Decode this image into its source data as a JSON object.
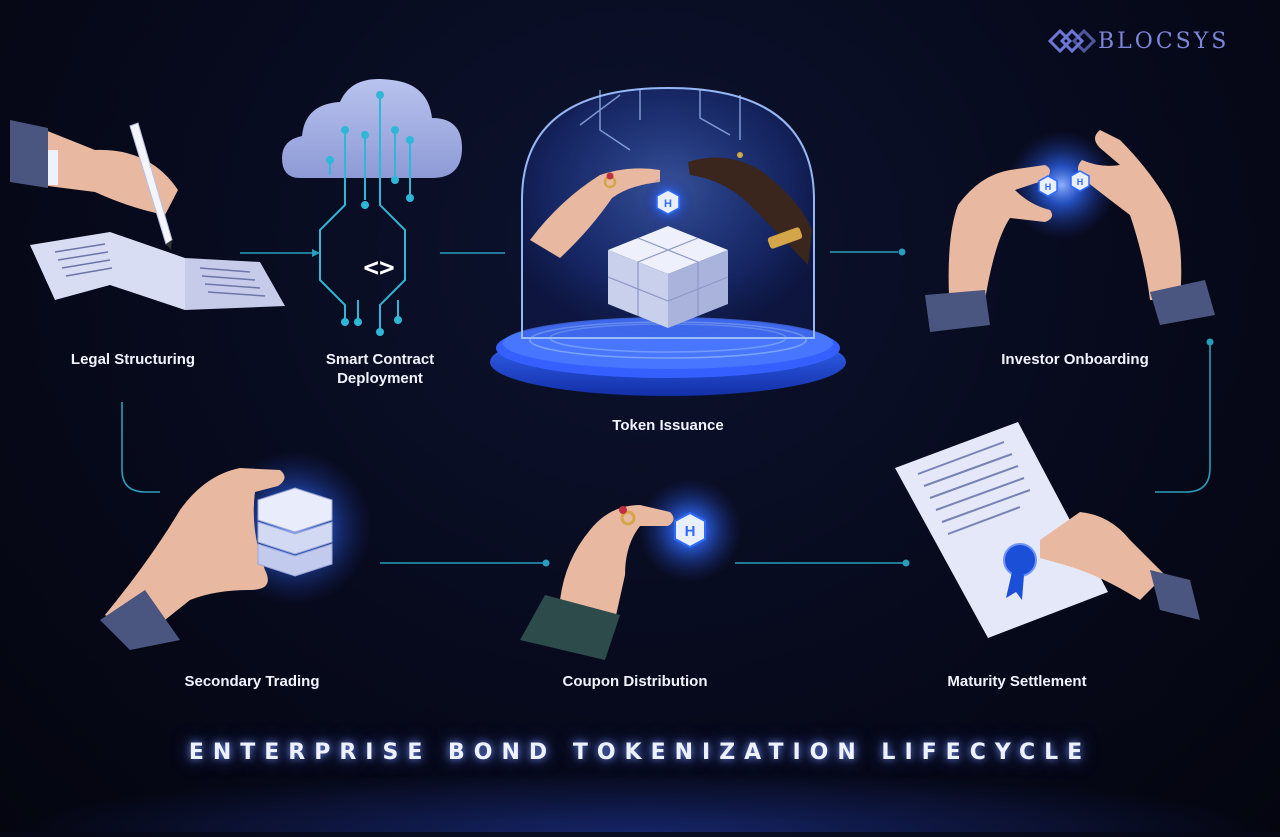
{
  "brand": {
    "name": "BLOCSYS",
    "icon": "blocsys-logo-icon"
  },
  "title": "ENTERPRISE BOND TOKENIZATION LIFECYCLE",
  "steps": [
    {
      "label": "Legal Structuring",
      "icon": "contract-signing-icon"
    },
    {
      "label_line1": "Smart Contract",
      "label_line2": "Deployment",
      "icon": "cloud-code-icon"
    },
    {
      "label": "Token Issuance",
      "icon": "token-dome-icon",
      "code_glyph": "<>"
    },
    {
      "label": "Investor Onboarding",
      "icon": "token-hands-icon"
    },
    {
      "label": "Secondary Trading",
      "icon": "token-stack-icon"
    },
    {
      "label": "Coupon Distribution",
      "icon": "coupon-token-icon"
    },
    {
      "label": "Maturity Settlement",
      "icon": "certificate-icon"
    }
  ],
  "token_glyph": "H",
  "colors": {
    "background": "#070a1c",
    "accent": "#2f6bff",
    "connector": "#2fb7d6",
    "skin_light": "#e9b8a0",
    "skin_dark": "#3a261d",
    "sleeve": "#4a5580",
    "paper": "#dfe3f5"
  }
}
